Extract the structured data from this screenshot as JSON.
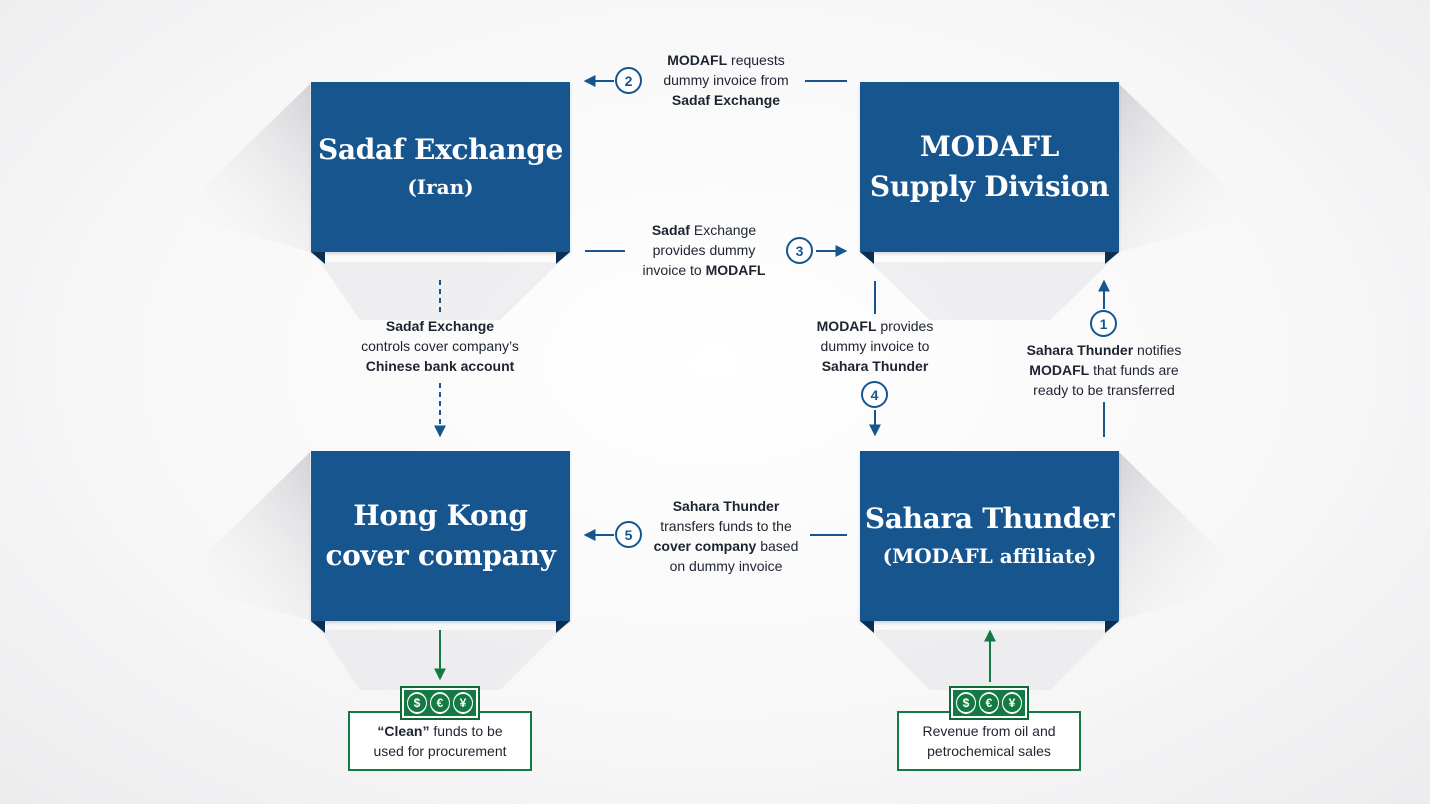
{
  "nodes": {
    "sadaf": {
      "line1": "Sadaf Exchange",
      "line2": "(Iran)"
    },
    "modafl": {
      "line1": "MODAFL",
      "line2": "Supply Division"
    },
    "hongkong": {
      "line1": "Hong Kong",
      "line2": "cover company"
    },
    "sahara": {
      "line1": "Sahara Thunder",
      "line2": "(MODAFL affiliate)"
    }
  },
  "steps": [
    {
      "num": "1",
      "lines": [
        [
          "Sahara Thunder",
          " notifies"
        ],
        [
          "MODAFL",
          " that funds are"
        ],
        [
          "",
          "ready to be transferred"
        ]
      ]
    },
    {
      "num": "2",
      "lines": [
        [
          "MODAFL",
          " requests"
        ],
        [
          "",
          "dummy invoice from"
        ],
        [
          "Sadaf Exchange",
          ""
        ]
      ]
    },
    {
      "num": "3",
      "lines": [
        [
          "Sadaf",
          " Exchange"
        ],
        [
          "",
          "provides dummy"
        ],
        [
          "",
          "invoice to "
        ],
        [
          "MODAFL",
          ""
        ]
      ]
    },
    {
      "num": "4",
      "lines": [
        [
          "MODAFL",
          " provides"
        ],
        [
          "",
          "dummy invoice to"
        ],
        [
          "Sahara Thunder",
          ""
        ]
      ]
    },
    {
      "num": "5",
      "lines": [
        [
          "Sahara Thunder",
          ""
        ],
        [
          "",
          "transfers funds to the"
        ],
        [
          "cover company",
          " based"
        ],
        [
          "",
          "on dummy invoice"
        ]
      ]
    }
  ],
  "control_label": {
    "line1_bold": "Sadaf Exchange",
    "line2": "controls cover company’s",
    "line3_bold": "Chinese bank account"
  },
  "funds": {
    "clean": {
      "bold": "“Clean”",
      "rest": " funds to be",
      "line2": "used for procurement"
    },
    "revenue": {
      "line1": "Revenue from oil and",
      "line2": "petrochemical sales"
    }
  },
  "currency_symbols": [
    "$",
    "€",
    "¥"
  ],
  "colors": {
    "box": "#17558f",
    "green": "#147a44"
  }
}
